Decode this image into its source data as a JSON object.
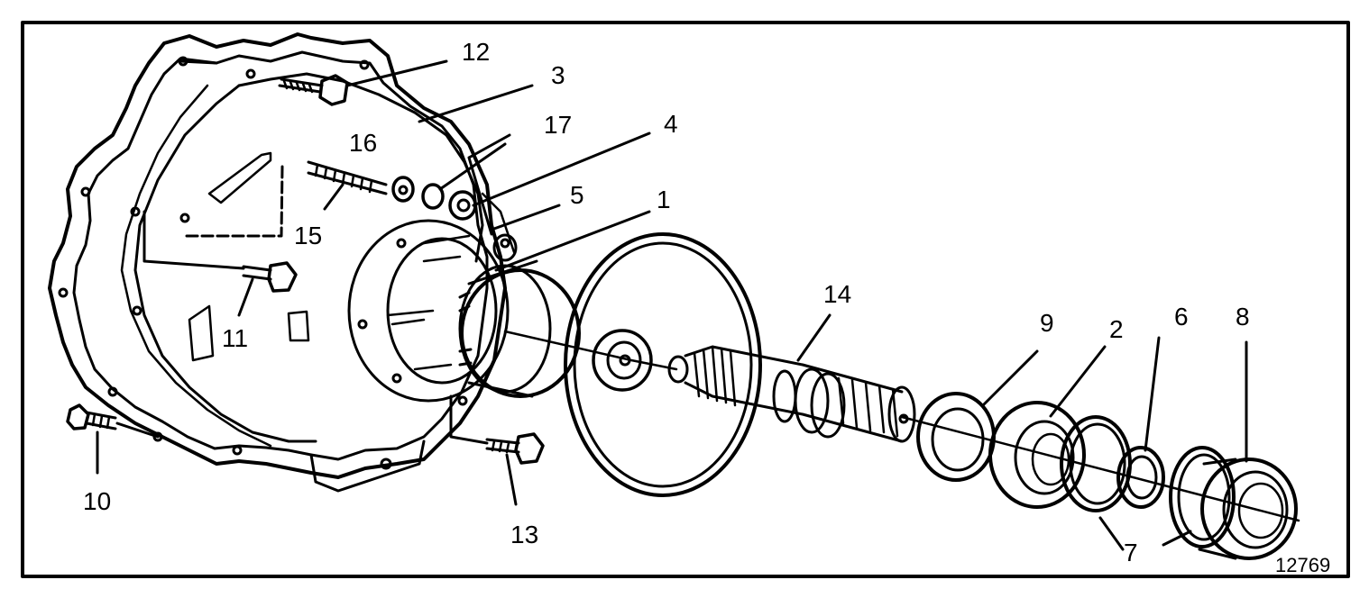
{
  "colors": {
    "ink": "#000000",
    "paper": "#ffffff"
  },
  "callouts": {
    "c1": "1",
    "c2": "2",
    "c3": "3",
    "c4": "4",
    "c5": "5",
    "c6": "6",
    "c7": "7",
    "c8": "8",
    "c9": "9",
    "c10": "10",
    "c11": "11",
    "c12": "12",
    "c13": "13",
    "c14": "14",
    "c15": "15",
    "c16": "16",
    "c17": "17"
  },
  "figure_number": "12769"
}
